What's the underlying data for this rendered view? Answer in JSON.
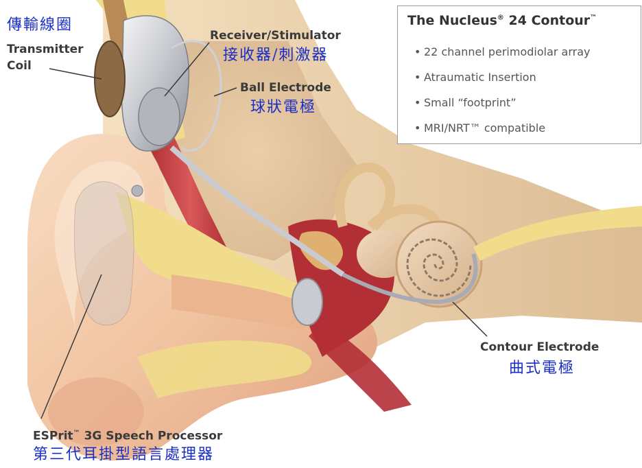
{
  "labels": {
    "transmitter_cjk": "傳輸線圈",
    "transmitter_en_line1": "Transmitter",
    "transmitter_en_line2": "Coil",
    "receiver_en": "Receiver/Stimulator",
    "receiver_cjk": "接收器/刺激器",
    "ball_en": "Ball Electrode",
    "ball_cjk": "球狀電極",
    "contour_en": "Contour Electrode",
    "contour_cjk": "曲式電極",
    "processor_en_part1": "ESPrit",
    "processor_en_tm": "™",
    "processor_en_part2": " 3G Speech Processor",
    "processor_cjk": "第三代耳掛型語言處理器"
  },
  "infobox": {
    "title_part1": "The Nucleus",
    "title_reg": "®",
    "title_part2": " 24 Contour",
    "title_tm": "™",
    "bullets": [
      "22 channel perimodiolar array",
      "Atraumatic Insertion",
      "Small “footprint”",
      "MRI/NRT™ compatible"
    ]
  },
  "colors": {
    "label_dark": "#3a3a3a",
    "label_cjk": "#1b2fc4",
    "skin": "#f2c8a6",
    "bone": "#e8c79a",
    "fat_yellow": "#f0dc8a",
    "tissue_red": "#c0393b",
    "device_silver": "#c9cbd1"
  },
  "icons": [
    "bullet-dot"
  ]
}
